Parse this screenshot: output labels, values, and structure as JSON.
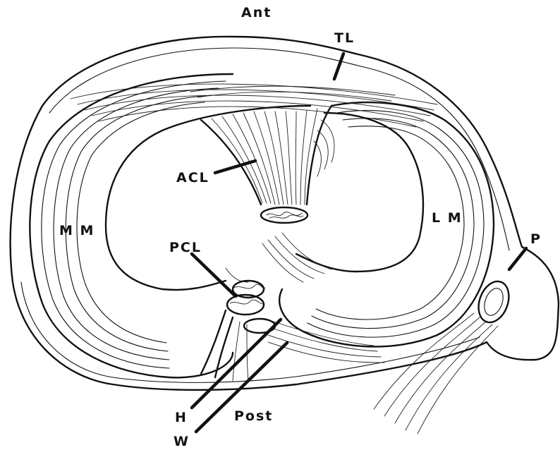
{
  "labels": {
    "ant": "Ant",
    "tl": "TL",
    "acl": "ACL",
    "mm": "M M",
    "lm": "L M",
    "pcl": "PCL",
    "p": "P",
    "h": "H",
    "post": "Post",
    "w": "W"
  }
}
